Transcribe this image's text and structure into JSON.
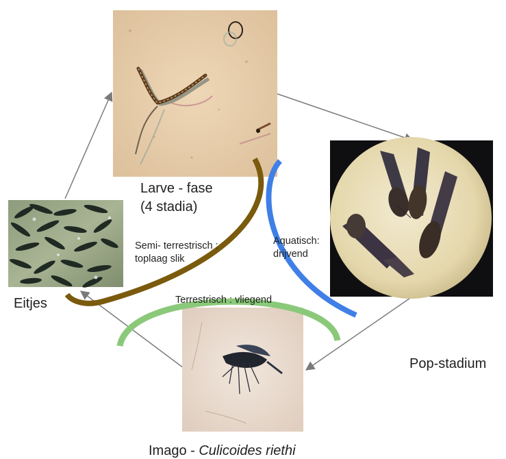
{
  "stages": {
    "larva": {
      "line1": "Larve - fase",
      "line2": "(4 stadia)"
    },
    "pupa": {
      "label": "Pop-stadium"
    },
    "egg": {
      "label": "Eitjes"
    },
    "adult": {
      "prefix": "Imago - ",
      "species": "Culicoides riethi"
    }
  },
  "habitats": {
    "semi_terrestrial": {
      "line1": "Semi- terrestrisch :",
      "line2": "toplaag slik",
      "color": "#7a5a0c"
    },
    "aquatic": {
      "line1": "Aquatisch:",
      "line2": "drijvend",
      "color": "#3f7fe6"
    },
    "terrestrial": {
      "label": "Terrestrisch : vliegend",
      "color": "#8bc97a"
    }
  },
  "colors": {
    "arrow": "#7a7a7a"
  }
}
